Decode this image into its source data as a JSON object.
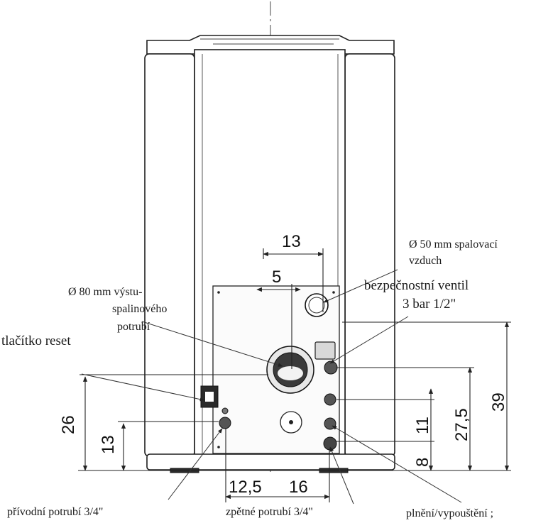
{
  "labels": {
    "flue_gas": "Ø 80 mm výstu-",
    "flue_gas_2": "spalinového",
    "flue_gas_3": "potrubí",
    "combustion_air": "Ø 50 mm spalovací",
    "combustion_air_2": "vzduch",
    "safety_valve": "bezpečnostní ventil",
    "safety_valve_2": "3 bar 1/2\"",
    "reset_button": "tlačítko reset",
    "supply_pipe": "přívodní potrubí  3/4\"",
    "return_pipe": "zpětné potrubí  3/4\"",
    "fill_drain": "plnění/vypouštění  ;"
  },
  "dimensions": {
    "d13_top": "13",
    "d5": "5",
    "d26": "26",
    "d13_left": "13",
    "d12_5": "12,5",
    "d16": "16",
    "d11": "11",
    "d8": "8",
    "d27_5": "27,5",
    "d39": "39"
  }
}
